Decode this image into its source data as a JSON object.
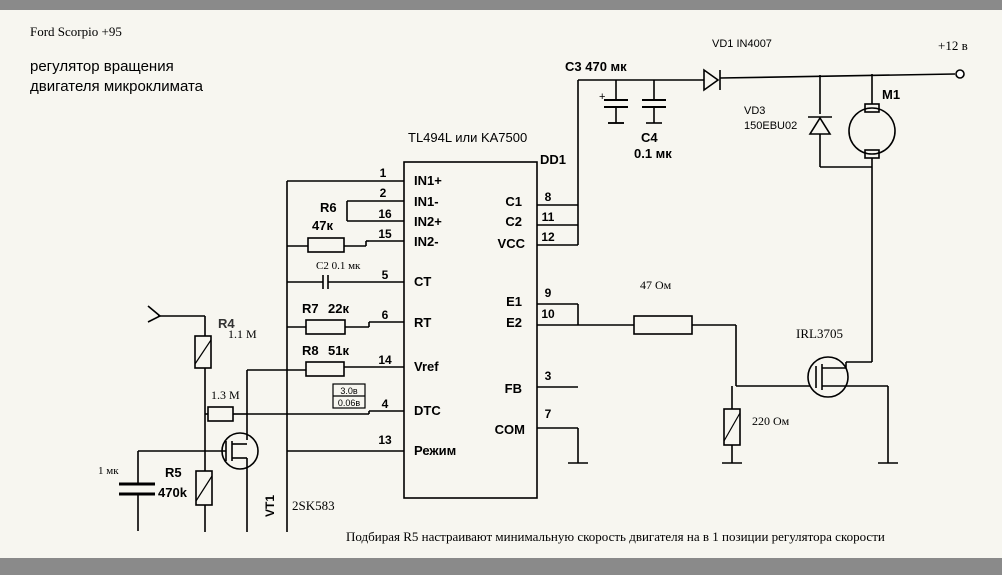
{
  "colors": {
    "paper": "#f7f6f0",
    "ink": "#000000",
    "frame": "#8a8a8a"
  },
  "header": {
    "car": "Ford Scorpio +95",
    "title_line1": "регулятор вращения",
    "title_line2": "двигателя микроклимата"
  },
  "ic": {
    "part": "TL494L или KA7500",
    "ref": "DD1",
    "left_pins": [
      {
        "num": "1",
        "name": "IN1+"
      },
      {
        "num": "2",
        "name": "IN1-"
      },
      {
        "num": "16",
        "name": "IN2+"
      },
      {
        "num": "15",
        "name": "IN2-"
      },
      {
        "num": "5",
        "name": "CT"
      },
      {
        "num": "6",
        "name": "RT"
      },
      {
        "num": "14",
        "name": "Vref"
      },
      {
        "num": "4",
        "name": "DTC"
      },
      {
        "num": "13",
        "name": "Режим"
      }
    ],
    "right_pins": [
      {
        "num": "8",
        "name": "C1"
      },
      {
        "num": "11",
        "name": "C2"
      },
      {
        "num": "12",
        "name": "VCC"
      },
      {
        "num": "9",
        "name": "E1"
      },
      {
        "num": "10",
        "name": "E2"
      },
      {
        "num": "3",
        "name": "FB"
      },
      {
        "num": "7",
        "name": "COM"
      }
    ]
  },
  "components": {
    "r6_ref": "R6",
    "r6_val": "47к",
    "c2": "C2 0.1 мк",
    "r7_ref": "R7",
    "r7_val": "22к",
    "r8_ref": "R8",
    "r8_val": "51к",
    "dtc_v1": "3.0в",
    "dtc_v2": "0.06в",
    "r4_ref": "R4",
    "r4_val": "1.1 M",
    "r_13": "1.3 M",
    "c_1mk": "1 мк",
    "r5_ref": "R5",
    "r5_val": "470k",
    "vt1_ref": "VT1",
    "vt1_part": "2SK583",
    "c3": "C3 470 мк",
    "c3_plus": "+",
    "c4_ref": "C4",
    "c4_val": "0.1 мк",
    "vd1": "VD1  IN4007",
    "vd3_ref": "VD3",
    "vd3_part": "150EBU02",
    "m1": "M1",
    "supply": "+12 в",
    "r_47": "47 Ом",
    "r_220": "220 Ом",
    "q_part": "IRL3705"
  },
  "footer_note": "Подбирая R5 настраивают минимальную скорость двигателя на в 1 позиции регулятора скорости"
}
